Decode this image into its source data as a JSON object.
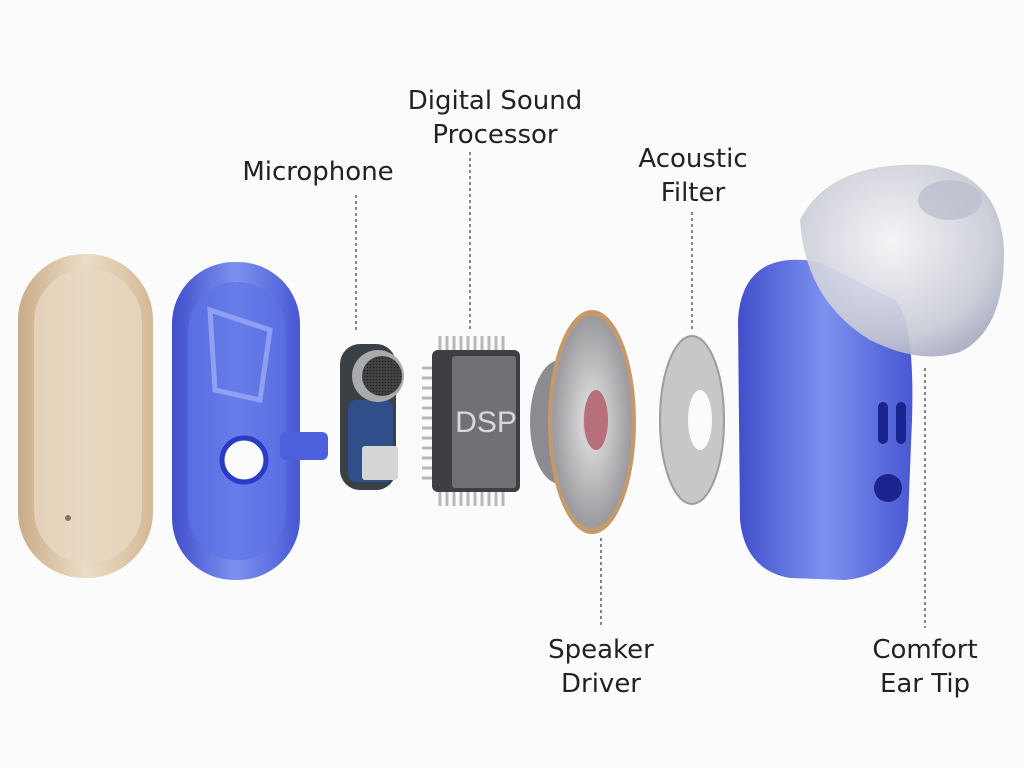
{
  "labels": {
    "dsp": {
      "line1": "Digital Sound",
      "line2": "Processor"
    },
    "microphone": {
      "line1": "Microphone"
    },
    "acoustic_filter": {
      "line1": "Acoustic",
      "line2": "Filter"
    },
    "speaker_driver": {
      "line1": "Speaker",
      "line2": "Driver"
    },
    "ear_tip": {
      "line1": "Comfort",
      "line2": "Ear Tip"
    }
  },
  "chip_marking": "DSP",
  "colors": {
    "shell": "#d8c1a3",
    "blue_housing": "#3d4fd6",
    "chip": "#6b6c70",
    "leader": "#555555"
  }
}
